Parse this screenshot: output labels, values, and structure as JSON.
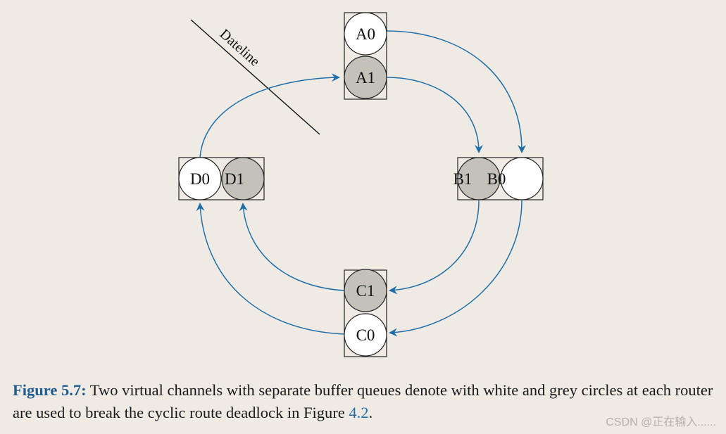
{
  "diagram": {
    "dateline_label": "Dateline",
    "routers": {
      "A": {
        "nodes": [
          {
            "label": "A0",
            "channel": "white"
          },
          {
            "label": "A1",
            "channel": "grey"
          }
        ]
      },
      "B": {
        "nodes": [
          {
            "label": "B1",
            "channel": "grey"
          },
          {
            "label": "B0",
            "channel": "white"
          }
        ]
      },
      "C": {
        "nodes": [
          {
            "label": "C1",
            "channel": "grey"
          },
          {
            "label": "C0",
            "channel": "white"
          }
        ]
      },
      "D": {
        "nodes": [
          {
            "label": "D0",
            "channel": "white"
          },
          {
            "label": "D1",
            "channel": "grey"
          }
        ]
      }
    },
    "colors": {
      "white_channel": "#ffffff",
      "grey_channel": "#c4c1bb",
      "arrow": "#1f6ea8",
      "outline": "#222222",
      "background": "#efebe4"
    }
  },
  "caption": {
    "label": "Figure 5.7:",
    "text_before_ref": " Two virtual channels with separate buffer queues denote with white and grey circles at each router are used to break the cyclic route deadlock in Figure ",
    "figure_ref": "4.2",
    "text_after_ref": "."
  },
  "watermark": "CSDN @正在输入......"
}
